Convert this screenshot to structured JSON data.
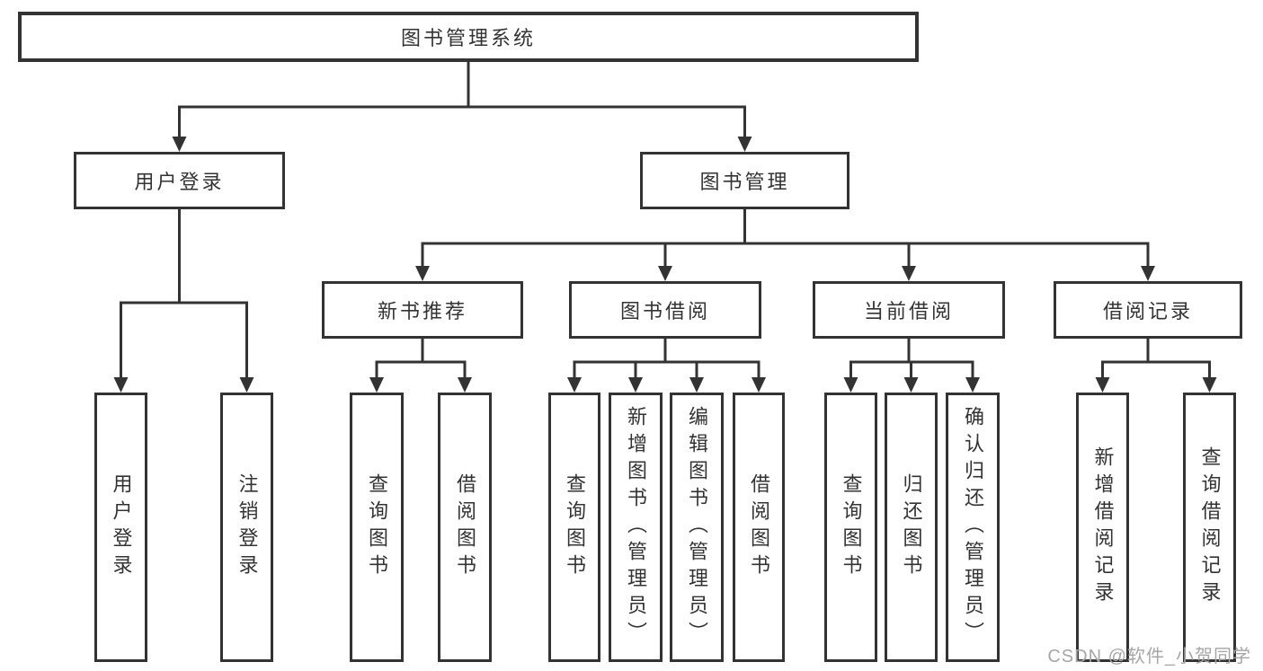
{
  "tree": {
    "label": "图书管理系统",
    "children": [
      {
        "label": "用户登录",
        "children": [
          {
            "label": "用户登录"
          },
          {
            "label": "注销登录"
          }
        ]
      },
      {
        "label": "图书管理",
        "children": [
          {
            "label": "新书推荐",
            "children": [
              {
                "label": "查询图书"
              },
              {
                "label": "借阅图书"
              }
            ]
          },
          {
            "label": "图书借阅",
            "children": [
              {
                "label": "查询图书"
              },
              {
                "label": "新增图书（管理员）"
              },
              {
                "label": "编辑图书（管理员）"
              },
              {
                "label": "借阅图书"
              }
            ]
          },
          {
            "label": "当前借阅",
            "children": [
              {
                "label": "查询图书"
              },
              {
                "label": "归还图书"
              },
              {
                "label": "确认归还（管理员）"
              }
            ]
          },
          {
            "label": "借阅记录",
            "children": [
              {
                "label": "新增借阅记录"
              },
              {
                "label": "查询借阅记录"
              }
            ]
          }
        ]
      }
    ]
  },
  "watermark": {
    "text": "CSDN @软件_小贺同学"
  },
  "style": {
    "line_color": "#333333",
    "text_color": "#333333",
    "box_background": "#ffffff",
    "watermark_color": "#a6a6a6",
    "background": "#ffffff"
  }
}
